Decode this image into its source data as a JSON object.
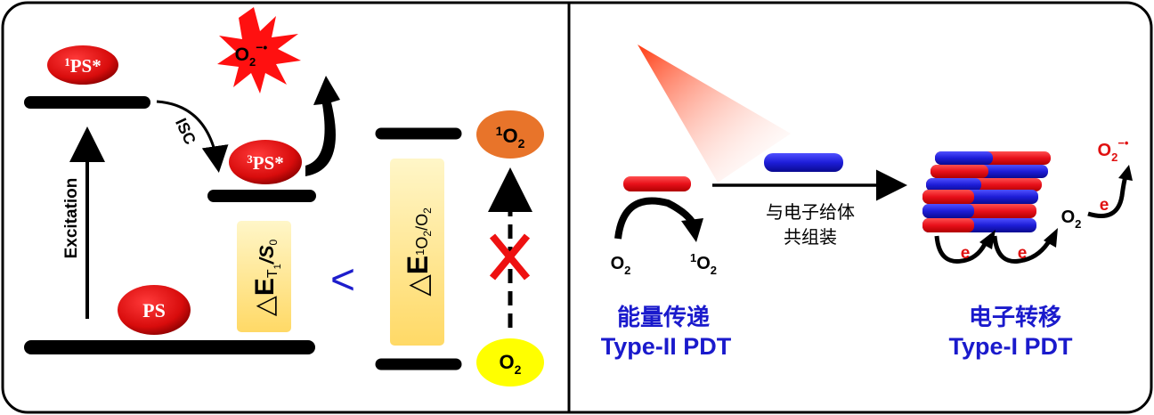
{
  "left_panel": {
    "singlet_excited": {
      "sup": "1",
      "label": "PS*"
    },
    "triplet_excited": {
      "sup": "3",
      "label": "PS*"
    },
    "ground": {
      "label": "PS"
    },
    "excitation_label": "Excitation",
    "isc_label": "ISC",
    "superoxide": {
      "base": "O",
      "sub": "2",
      "sup": "−•"
    },
    "energy_gap_ps": {
      "delta": "△",
      "e": "E",
      "sub": "T",
      "sub2": "1",
      "slash": "/S",
      "sub3": "0"
    },
    "comparison": "<",
    "energy_gap_o2": {
      "delta": "△",
      "e": "E",
      "sup": "1",
      "sub": "O",
      "sub2": "2",
      "slash": "/O",
      "sub3": "2"
    },
    "singlet_oxygen": {
      "sup": "1",
      "base": "O",
      "sub": "2"
    },
    "oxygen": {
      "base": "O",
      "sub": "2"
    }
  },
  "right_panel": {
    "type2_o2": {
      "base": "O",
      "sub": "2"
    },
    "type2_1o2": {
      "sup": "1",
      "base": "O",
      "sub": "2"
    },
    "assembly_line1": "与电子给体",
    "assembly_line2": "共组装",
    "type2_title_cn": "能量传递",
    "type2_title_en": "Type-II PDT",
    "type1_title_cn": "电子转移",
    "type1_title_en": "Type-I PDT",
    "electron": "e",
    "type1_o2": {
      "base": "O",
      "sub": "2"
    },
    "type1_superoxide": {
      "base": "O",
      "sub": "2",
      "sup": "−•"
    }
  },
  "colors": {
    "red": "#e8101a",
    "blue": "#1d1dcc",
    "yellow": "#ffe066",
    "orange": "#e8742a",
    "title": "#1a1acc"
  }
}
